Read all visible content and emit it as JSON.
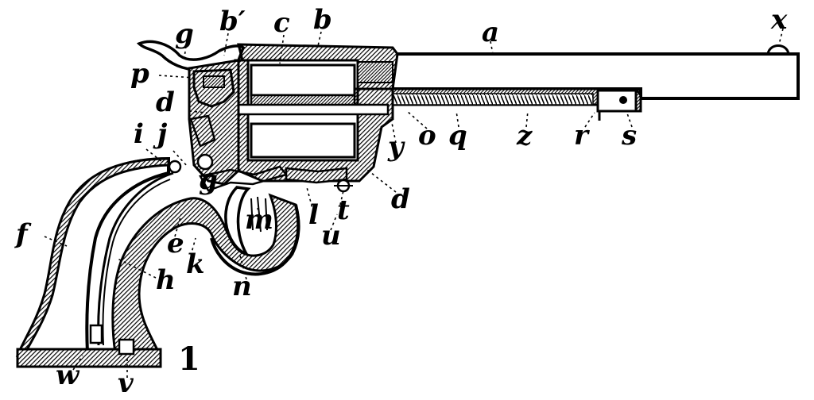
{
  "figure": {
    "number": "1",
    "labels": [
      "a",
      "b",
      "b′",
      "c",
      "d",
      "d",
      "e",
      "f",
      "g",
      "g",
      "h",
      "i",
      "j",
      "k",
      "l",
      "m",
      "n",
      "o",
      "p",
      "q",
      "r",
      "s",
      "t",
      "u",
      "v",
      "w",
      "x",
      "y",
      "z"
    ]
  },
  "colors": {
    "ink": "#000000",
    "paper": "#ffffff"
  }
}
